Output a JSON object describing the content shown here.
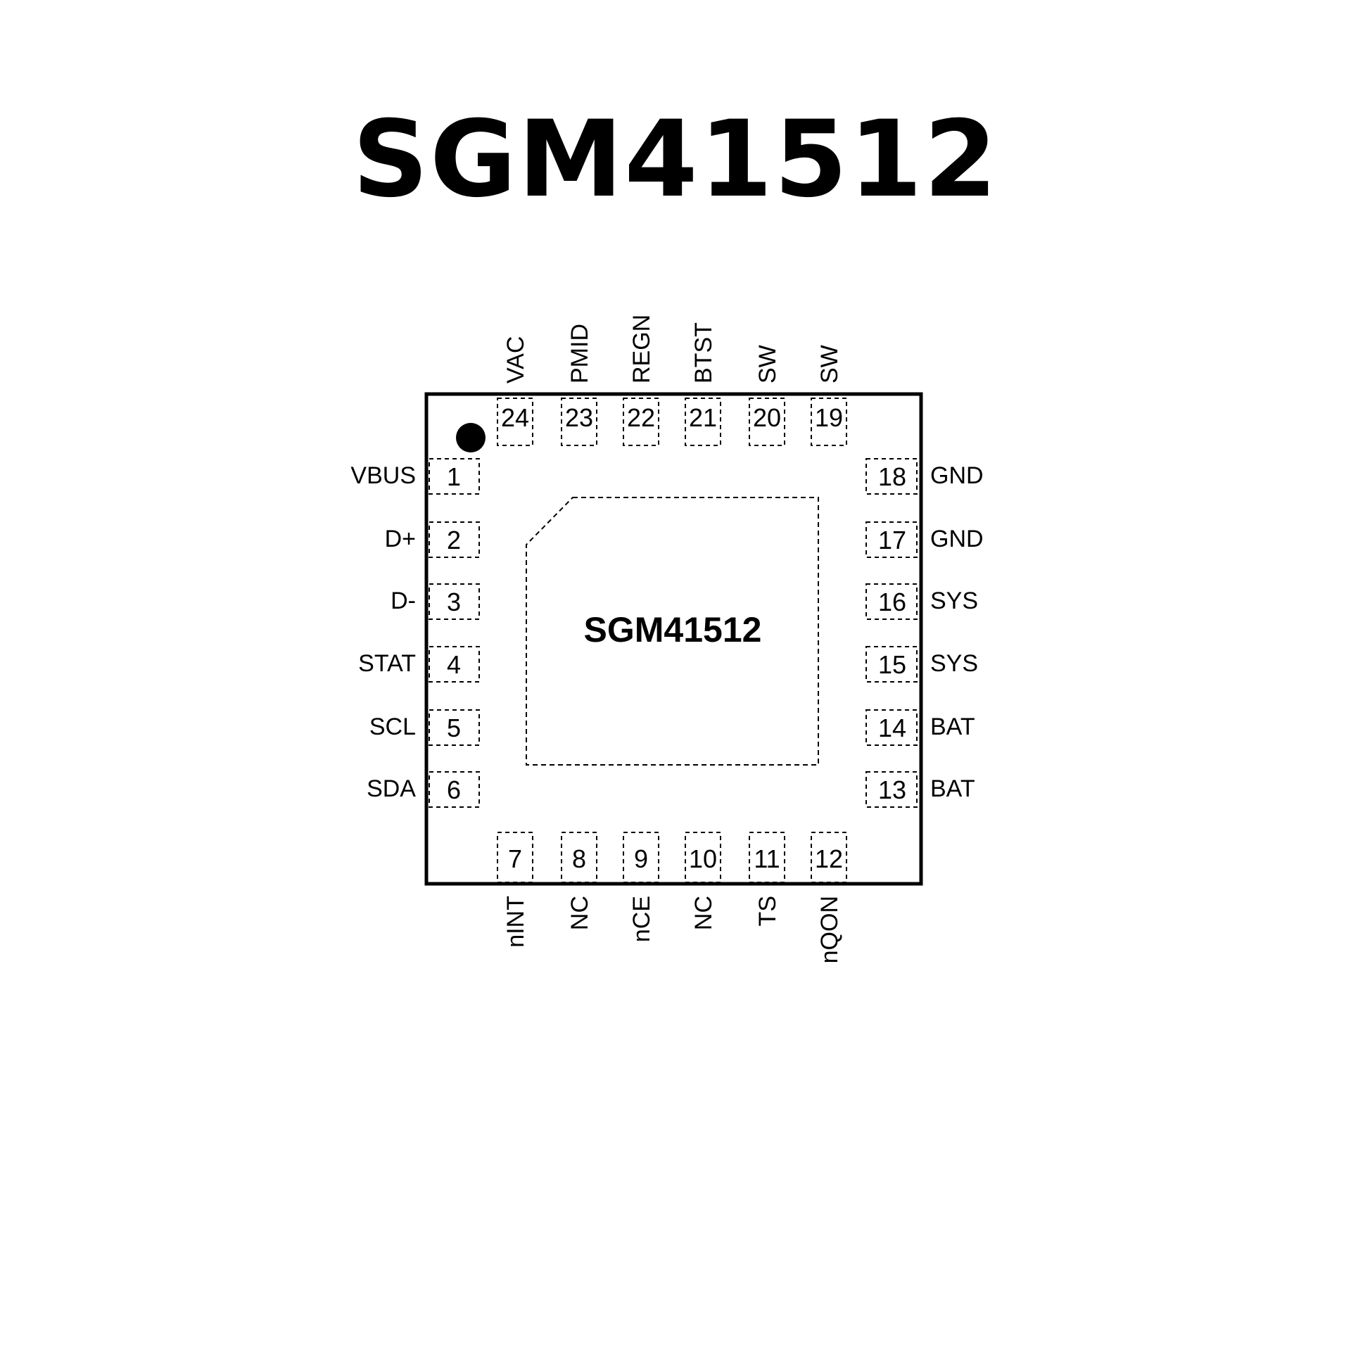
{
  "title": "SGM41512",
  "chip_label": "SGM41512",
  "pins": {
    "left": [
      {
        "num": "1",
        "name": "VBUS"
      },
      {
        "num": "2",
        "name": "D+"
      },
      {
        "num": "3",
        "name": "D-"
      },
      {
        "num": "4",
        "name": "STAT"
      },
      {
        "num": "5",
        "name": "SCL"
      },
      {
        "num": "6",
        "name": "SDA"
      }
    ],
    "bottom": [
      {
        "num": "7",
        "name": "nINT"
      },
      {
        "num": "8",
        "name": "NC"
      },
      {
        "num": "9",
        "name": "nCE"
      },
      {
        "num": "10",
        "name": "NC"
      },
      {
        "num": "11",
        "name": "TS"
      },
      {
        "num": "12",
        "name": "nQON"
      }
    ],
    "right": [
      {
        "num": "18",
        "name": "GND"
      },
      {
        "num": "17",
        "name": "GND"
      },
      {
        "num": "16",
        "name": "SYS"
      },
      {
        "num": "15",
        "name": "SYS"
      },
      {
        "num": "14",
        "name": "BAT"
      },
      {
        "num": "13",
        "name": "BAT"
      }
    ],
    "top": [
      {
        "num": "24",
        "name": "VAC"
      },
      {
        "num": "23",
        "name": "PMID"
      },
      {
        "num": "22",
        "name": "REGN"
      },
      {
        "num": "21",
        "name": "BTST"
      },
      {
        "num": "20",
        "name": "SW"
      },
      {
        "num": "19",
        "name": "SW"
      }
    ]
  }
}
